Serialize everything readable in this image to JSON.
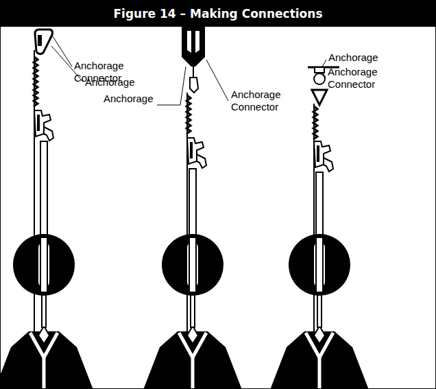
{
  "diagram": {
    "title": "Figure 14 – Making Connections",
    "labels": [
      "Anchorage Connector",
      "Anchorage",
      "Anchorage",
      "Anchorage Connector",
      "Anchorage",
      "Anchorage Connector"
    ]
  }
}
